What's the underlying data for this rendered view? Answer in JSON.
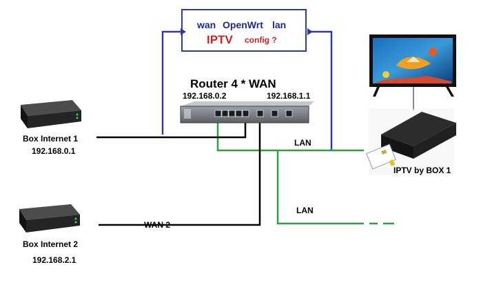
{
  "config_box": {
    "wan": "wan",
    "openwrt": "OpenWrt",
    "lan": "lan",
    "iptv": "IPTV",
    "config": "config ?"
  },
  "router": {
    "title": "Router 4 * WAN",
    "ip_left": "192.168.0.2",
    "ip_right": "192.168.1.1"
  },
  "box1": {
    "name": "Box Internet 1",
    "ip": "192.168.0.1"
  },
  "box2": {
    "name": "Box Internet 2",
    "ip": "192.168.2.1"
  },
  "iptv_box": {
    "name": "IPTV by BOX 1"
  },
  "links": {
    "lan_top": "LAN",
    "lan_bottom": "LAN",
    "wan2": "WAN 2"
  },
  "colors": {
    "blue_line": "#2e3a9e",
    "green_line": "#2e9e3e",
    "black_line": "#000000",
    "iptv_red": "#cc2222",
    "openwrt_blue": "#1a2a8c"
  }
}
